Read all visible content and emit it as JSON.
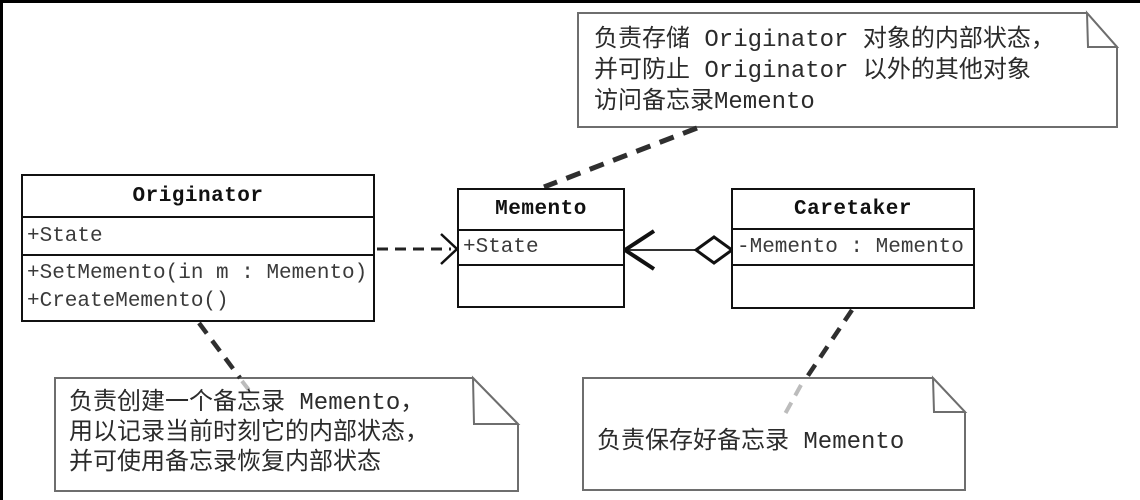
{
  "diagram": {
    "title": "Memento pattern UML class diagram",
    "classes": [
      {
        "name": "Originator",
        "attributes": [
          "+State"
        ],
        "methods": [
          "+SetMemento(in m : Memento)",
          "+CreateMemento()"
        ]
      },
      {
        "name": "Memento",
        "attributes": [
          "+State"
        ],
        "methods": []
      },
      {
        "name": "Caretaker",
        "attributes": [
          "-Memento : Memento"
        ],
        "methods": []
      }
    ],
    "notes": [
      {
        "attached_to": "Memento",
        "lines": [
          "负责存储 Originator 对象的内部状态，",
          "并可防止 Originator 以外的其他对象",
          "访问备忘录Memento"
        ]
      },
      {
        "attached_to": "Originator",
        "lines": [
          "负责创建一个备忘录 Memento，",
          "用以记录当前时刻它的内部状态，",
          "并可使用备忘录恢复内部状态"
        ]
      },
      {
        "attached_to": "Caretaker",
        "lines": [
          "负责保存好备忘录 Memento"
        ]
      }
    ],
    "relations": [
      {
        "type": "dependency",
        "from": "Originator",
        "to": "Memento",
        "arrow": "open"
      },
      {
        "type": "aggregation",
        "from": "Caretaker",
        "to": "Memento",
        "arrow": "open",
        "diamond": "hollow"
      }
    ],
    "colors": {
      "background": "#ffffff",
      "class_border": "#111111",
      "note_border": "#6e6e6e",
      "connector": "#2f2f2f",
      "connector_faded": "#bcbcbc",
      "frame": "#000000"
    }
  }
}
